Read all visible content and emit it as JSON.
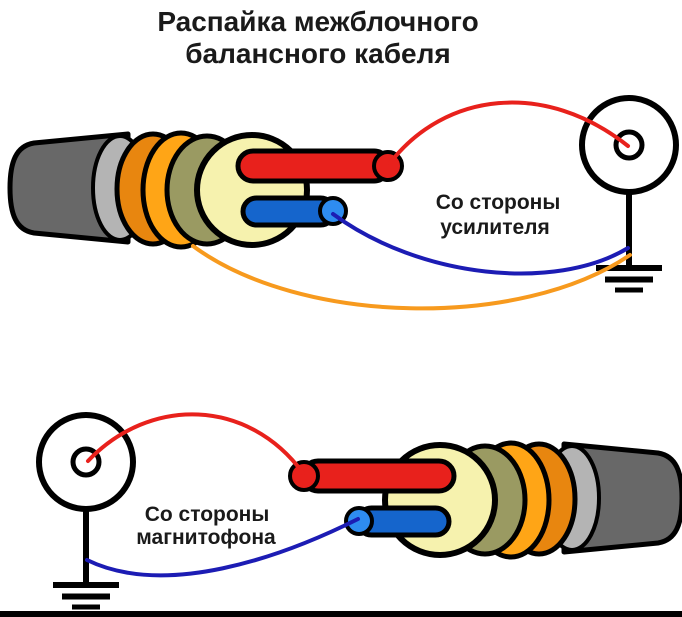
{
  "title": {
    "line1": "Распайка межблочного",
    "line2": "балансного кабеля"
  },
  "labels": {
    "amplifier_side": {
      "line1": "Со стороны",
      "line2": "усилителя"
    },
    "recorder_side": {
      "line1": "Со стороны",
      "line2": "магнитофона"
    }
  },
  "colors": {
    "text": "#1a1a1a",
    "outline": "#000000",
    "signal_red": "#e8211c",
    "rod_blue": "#1565cc",
    "rod_blue_tip": "#2e8cf0",
    "wire_blue": "#1c1cb4",
    "wire_orange": "#f79a1e",
    "jacket_gray": "#686868",
    "jacket_edge_gray": "#b4b4b4",
    "shield_orange_dark": "#e8860f",
    "shield_orange_bright": "#ffa516",
    "braid_olive": "#9a9a62",
    "dielectric_cream": "#f6f2ae",
    "connector_fill": "#ffffff"
  }
}
